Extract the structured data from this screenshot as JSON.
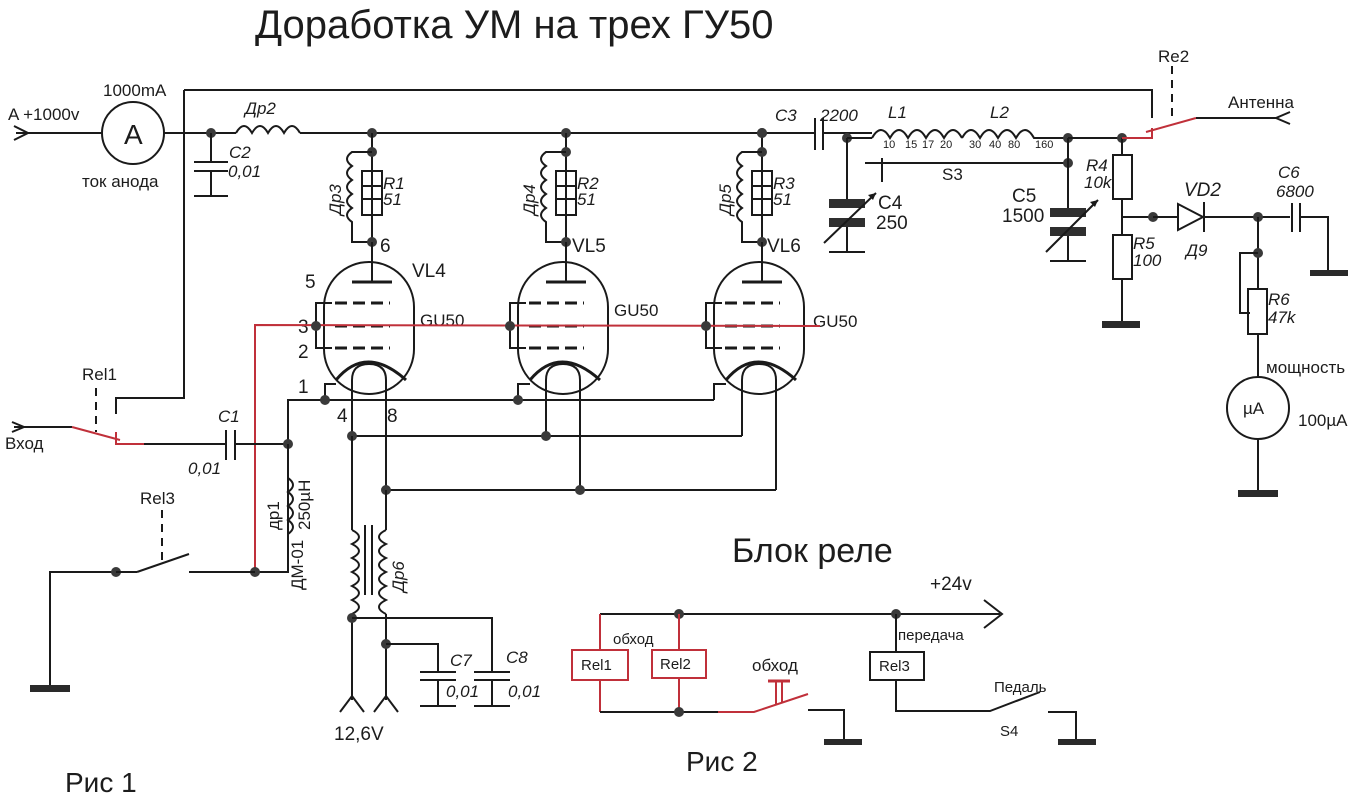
{
  "title": "Доработка УМ на трех ГУ50",
  "relay_block_title": "Блок реле",
  "figure1_label": "Рис 1",
  "figure2_label": "Рис 2",
  "supply": {
    "anode_input": "A +1000v",
    "ammeter_range": "1000mA",
    "ammeter_symbol": "A",
    "ammeter_caption": "ток анода",
    "filament_voltage": "12,6V",
    "relay_supply": "+24v"
  },
  "io": {
    "input_label": "Вход",
    "antenna_label": "Антенна"
  },
  "components": {
    "c1": {
      "ref": "C1",
      "value": "0,01"
    },
    "c2": {
      "ref": "C2",
      "value": "0,01"
    },
    "c3": {
      "ref": "C3",
      "value": "2200"
    },
    "c4": {
      "ref": "C4",
      "value": "250"
    },
    "c5": {
      "ref": "C5",
      "value": "1500"
    },
    "c6": {
      "ref": "C6",
      "value": "6800"
    },
    "c7": {
      "ref": "C7",
      "value": "0,01"
    },
    "c8": {
      "ref": "C8",
      "value": "0,01"
    },
    "r1": {
      "ref": "R1",
      "value": "51"
    },
    "r2": {
      "ref": "R2",
      "value": "51"
    },
    "r3": {
      "ref": "R3",
      "value": "51"
    },
    "r4": {
      "ref": "R4",
      "value": "10k"
    },
    "r5": {
      "ref": "R5",
      "value": "100"
    },
    "r6": {
      "ref": "R6",
      "value": "47k"
    },
    "dr1": {
      "ref": "др1",
      "type": "ДМ-01",
      "value": "250µH"
    },
    "dr2": {
      "ref": "Др2"
    },
    "dr3": {
      "ref": "Др3"
    },
    "dr4": {
      "ref": "Др4"
    },
    "dr5": {
      "ref": "Др5"
    },
    "dr6": {
      "ref": "Др6"
    },
    "l1": {
      "ref": "L1"
    },
    "l2": {
      "ref": "L2"
    },
    "coil_taps": [
      "10",
      "15",
      "17",
      "20",
      "30",
      "40",
      "80",
      "160"
    ],
    "s3": {
      "ref": "S3"
    },
    "s4": {
      "ref": "S4"
    },
    "vd2": {
      "ref": "VD2",
      "type": "Д9"
    },
    "power_meter": {
      "symbol": "µA",
      "range": "100µA",
      "caption": "мощность"
    }
  },
  "tubes": [
    {
      "ref": "VL4",
      "type": "GU50",
      "pins": {
        "anode": "6",
        "g3": "5",
        "g1": "3",
        "g2": "2",
        "cathode": "1",
        "heater_a": "4",
        "heater_b": "8"
      }
    },
    {
      "ref": "VL5",
      "type": "GU50"
    },
    {
      "ref": "VL6",
      "type": "GU50"
    }
  ],
  "relays": {
    "rel1": "Rel1",
    "rel2": "Rel2",
    "rel3": "Rel3",
    "re2": "Re2",
    "bypass_label": "обход",
    "bypass_button_label": "обход",
    "transmit_label": "передача",
    "pedal_label": "Педаль"
  }
}
